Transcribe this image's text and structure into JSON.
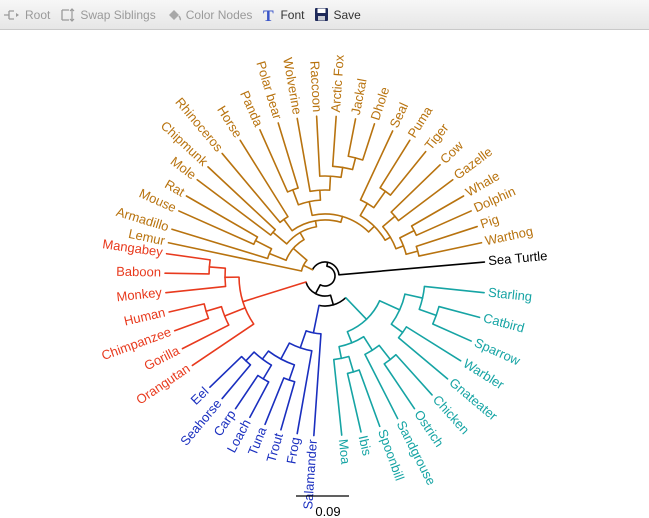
{
  "toolbar": {
    "root_label": "Root",
    "swap_label": "Swap Siblings",
    "color_label": "Color Nodes",
    "font_label": "Font",
    "save_label": "Save"
  },
  "scale_bar_label": "0.09",
  "colors": {
    "mammals": "#b8730f",
    "primates": "#e83a1e",
    "fish": "#1a2fbf",
    "birds": "#16a4a4",
    "root": "#000000"
  },
  "groups": {
    "mammals": [
      "Lemur",
      "Armadillo",
      "Mouse",
      "Rat",
      "Mole",
      "Chipmunk",
      "Rhinoceros",
      "Horse",
      "Panda",
      "Polar bear",
      "Wolverine",
      "Raccoon",
      "Arctic Fox",
      "Jackal",
      "Dhole",
      "Seal",
      "Puma",
      "Tiger",
      "Cow",
      "Gazelle",
      "Whale",
      "Dolphin",
      "Pig",
      "Warthog"
    ],
    "outgroup": [
      "Sea Turtle"
    ],
    "birds": [
      "Starling",
      "Catbird",
      "Sparrow",
      "Warbler",
      "Gnateater",
      "Chicken",
      "Ostrich",
      "Sandgrouse",
      "Spoonbill",
      "Ibis",
      "Moa"
    ],
    "fish": [
      "Salamander",
      "Frog",
      "Trout",
      "Tuna",
      "Loach",
      "Carp",
      "Seahorse",
      "Eel"
    ],
    "primates": [
      "Orangutan",
      "Gorilla",
      "Chimpanzee",
      "Human",
      "Monkey",
      "Baboon",
      "Mangabey"
    ]
  }
}
